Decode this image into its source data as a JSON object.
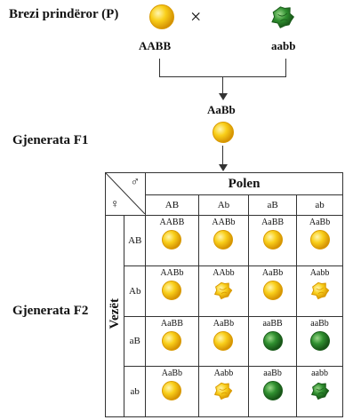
{
  "parents_label": "Brezi prindëror (P)",
  "parent1": {
    "genotype": "AABB",
    "pea": "yellow-round-pea-icon"
  },
  "parent2": {
    "genotype": "aabb",
    "pea": "green-wrinkled-pea-icon"
  },
  "cross_symbol": "×",
  "f1": {
    "label": "Gjenerata F1",
    "genotype": "AaBb",
    "pea": "yellow-round-pea-icon"
  },
  "f2": {
    "label": "Gjenerata F2",
    "male_symbol": "♂",
    "female_symbol": "♀",
    "polen_label": "Polen",
    "vezet_label": "Vezët",
    "columns": [
      "AB",
      "Ab",
      "aB",
      "ab"
    ],
    "rows": [
      {
        "gamete": "AB",
        "cells": [
          {
            "genotype": "AABB",
            "pea": "yellow-round"
          },
          {
            "genotype": "AABb",
            "pea": "yellow-round"
          },
          {
            "genotype": "AaBB",
            "pea": "yellow-round"
          },
          {
            "genotype": "AaBb",
            "pea": "yellow-round"
          }
        ]
      },
      {
        "gamete": "Ab",
        "cells": [
          {
            "genotype": "AABb",
            "pea": "yellow-round"
          },
          {
            "genotype": "AAbb",
            "pea": "yellow-wrinkled"
          },
          {
            "genotype": "AaBb",
            "pea": "yellow-round"
          },
          {
            "genotype": "Aabb",
            "pea": "yellow-wrinkled"
          }
        ]
      },
      {
        "gamete": "aB",
        "cells": [
          {
            "genotype": "AaBB",
            "pea": "yellow-round"
          },
          {
            "genotype": "AaBb",
            "pea": "yellow-round"
          },
          {
            "genotype": "aaBB",
            "pea": "green-round"
          },
          {
            "genotype": "aaBb",
            "pea": "green-round"
          }
        ]
      },
      {
        "gamete": "ab",
        "cells": [
          {
            "genotype": "AaBb",
            "pea": "yellow-round"
          },
          {
            "genotype": "Aabb",
            "pea": "yellow-wrinkled"
          },
          {
            "genotype": "aaBb",
            "pea": "green-round"
          },
          {
            "genotype": "aabb",
            "pea": "green-wrinkled"
          }
        ]
      }
    ]
  },
  "colors": {
    "yellow": "#f5c518",
    "yellow_dark": "#d99a00",
    "green": "#2e8b2e",
    "green_dark": "#1a5c1a",
    "line": "#333333"
  }
}
